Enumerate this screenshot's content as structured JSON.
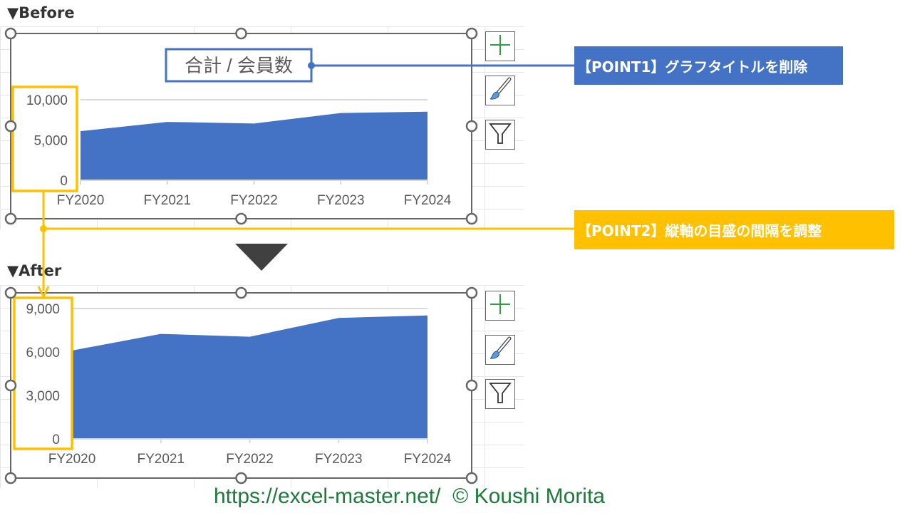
{
  "before_label": "▼Before",
  "after_label": "▼After",
  "callouts": {
    "point1": "【POINT1】グラフタイトルを削除",
    "point2": "【POINT2】縦軸の目盛の間隔を調整"
  },
  "footer": "https://excel-master.net/  © Koushi Morita",
  "colors": {
    "series": "#4472c4",
    "point1": "#4472c4",
    "point2": "#ffc000",
    "footer": "#1e7a3c"
  },
  "side_buttons": [
    "plus-icon",
    "brush-icon",
    "filter-icon"
  ],
  "chart_data": [
    {
      "name": "before",
      "type": "area",
      "title": "合計 / 会員数",
      "categories": [
        "FY2020",
        "FY2021",
        "FY2022",
        "FY2023",
        "FY2024"
      ],
      "values": [
        6100,
        7250,
        7050,
        8350,
        8520
      ],
      "ylim": [
        0,
        10000
      ],
      "yticks": [
        0,
        5000,
        10000
      ],
      "ytick_labels": [
        "0",
        "5,000",
        "10,000"
      ],
      "grid": true
    },
    {
      "name": "after",
      "type": "area",
      "title": "",
      "categories": [
        "FY2020",
        "FY2021",
        "FY2022",
        "FY2023",
        "FY2024"
      ],
      "values": [
        6100,
        7250,
        7050,
        8350,
        8520
      ],
      "ylim": [
        0,
        9000
      ],
      "yticks": [
        0,
        3000,
        6000,
        9000
      ],
      "ytick_labels": [
        "0",
        "3,000",
        "6,000",
        "9,000"
      ],
      "grid": true
    }
  ]
}
